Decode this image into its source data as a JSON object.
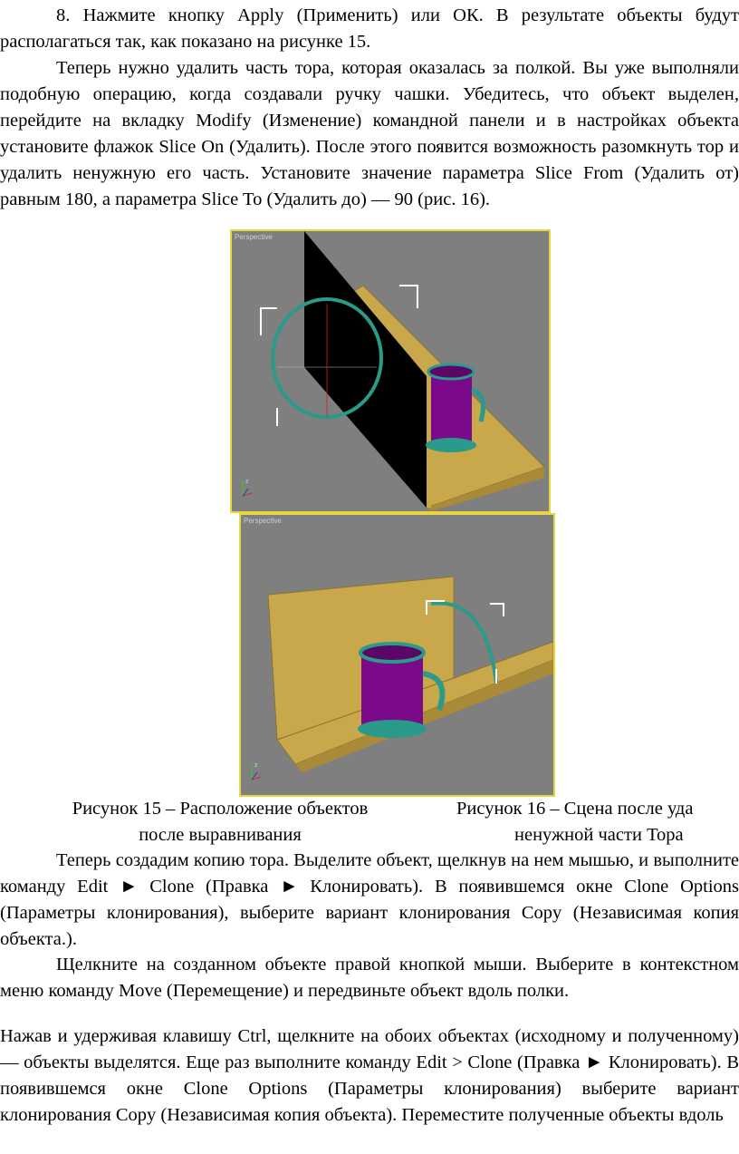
{
  "paragraphs": {
    "p1": "8. Нажмите кнопку Apply (Применить) или ОК. В результате объекты будут располагаться так, как показано на рисунке 15.",
    "p2": "Теперь нужно удалить часть тора, которая оказалась за полкой. Вы уже выполняли подобную операцию, когда создавали ручку чашки. Убедитесь, что объект выделен, перейдите на вкладку Modify (Изменение) командной панели и в настройках объекта установите флажок Slice On (Удалить). После этого появится возможность разомкнуть тор и удалить ненужную его часть. Установите значение параметра Slice From (Удалить от) равным 180, а параметра Slice To (Удалить до) — 90 (рис. 16).",
    "p3": "Теперь создадим копию тора. Выделите объект, щелкнув на нем мышью, и выполните команду Edit ► Clone (Правка ► Клонировать). В появившемся окне Clone Options (Параметры клонирования), выберите вариант клонирования Copy (Независимая копия объекта.).",
    "p4": "Щелкните на созданном объекте правой кнопкой мыши. Выберите в контекстном меню команду Move (Перемещение) и передвиньте объект вдоль полки.",
    "p5": "Нажав и удерживая клавишу Ctrl, щелкните на обоих объектах (исходному и полученному) — объекты выделятся. Еще раз выполните команду Edit > Clone (Правка ► Клонировать). В появившемся окне Clone Options (Параметры клонирования) выберите вариант клонирования Copy (Независимая копия объекта). Переместите полученные объекты вдоль"
  },
  "figures": {
    "fig15": {
      "viewport_label": "Perspective",
      "axis_z": "z"
    },
    "fig16": {
      "viewport_label": "Perspective",
      "axis_z": "z"
    }
  },
  "captions": {
    "fig15_line1": "Рисунок 15 – Расположение объектов",
    "fig15_line2": "после выравнивания",
    "fig16_line1": "Рисунок 16 – Сцена после уда",
    "fig16_line2": "ненужной части Тора"
  },
  "colors": {
    "viewport_bg": "#7f7f7f",
    "shelf": "#c8a84a",
    "mug": "#7a0a8a",
    "torus": "#2a9a8a",
    "figure_border": "#e8d640"
  }
}
